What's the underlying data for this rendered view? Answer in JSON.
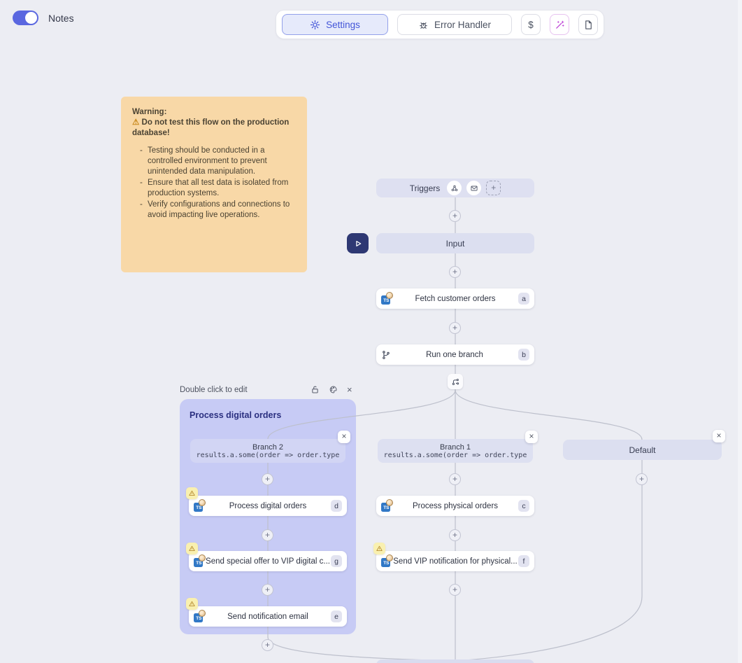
{
  "colors": {
    "accent_indigo": "#4355d8",
    "wand_purple": "#bc3fd6",
    "note_bg": "#f8d8a7",
    "group_bg": "#c7cbf5",
    "node_lavender": "#dcdff0",
    "connector_line": "#bdc0cc",
    "play_button_bg": "#2e3873",
    "typescript_blue": "#3178c6",
    "warning_badge_bg": "#f9f0b0"
  },
  "icons": {
    "plus": "+",
    "close": "×",
    "warning": "⚠",
    "dollar": "$"
  },
  "header": {
    "notes_toggle_label": "Notes",
    "settings_button": "Settings",
    "error_handler_button": "Error Handler",
    "dollar_button": "$"
  },
  "note": {
    "title": "Warning:",
    "alert": "Do not test this flow on the production database!",
    "bullets": [
      "Testing should be conducted in a controlled environment to prevent unintended data manipulation.",
      "Ensure that all test data is isolated from production systems.",
      "Verify configurations and connections to avoid impacting live operations."
    ]
  },
  "flow": {
    "triggers_label": "Triggers",
    "input_label": "Input",
    "group": {
      "hint": "Double click to edit",
      "title": "Process digital orders"
    },
    "branches": {
      "branch2": {
        "title": "Branch 2",
        "condition": "results.a.some(order => order.type"
      },
      "branch1": {
        "title": "Branch 1",
        "condition": "results.a.some(order => order.type"
      },
      "default": {
        "title": "Default"
      }
    },
    "nodes": {
      "fetch": {
        "label": "Fetch customer orders",
        "badge": "a"
      },
      "run_branch": {
        "label": "Run one branch",
        "badge": "b"
      },
      "process_digital": {
        "label": "Process digital orders",
        "badge": "d"
      },
      "vip_digital": {
        "label": "Send special offer to VIP digital c...",
        "badge": "g"
      },
      "notification_email": {
        "label": "Send notification email",
        "badge": "e"
      },
      "process_physical": {
        "label": "Process physical orders",
        "badge": "c"
      },
      "vip_physical": {
        "label": "Send VIP notification for physical...",
        "badge": "f"
      }
    }
  }
}
